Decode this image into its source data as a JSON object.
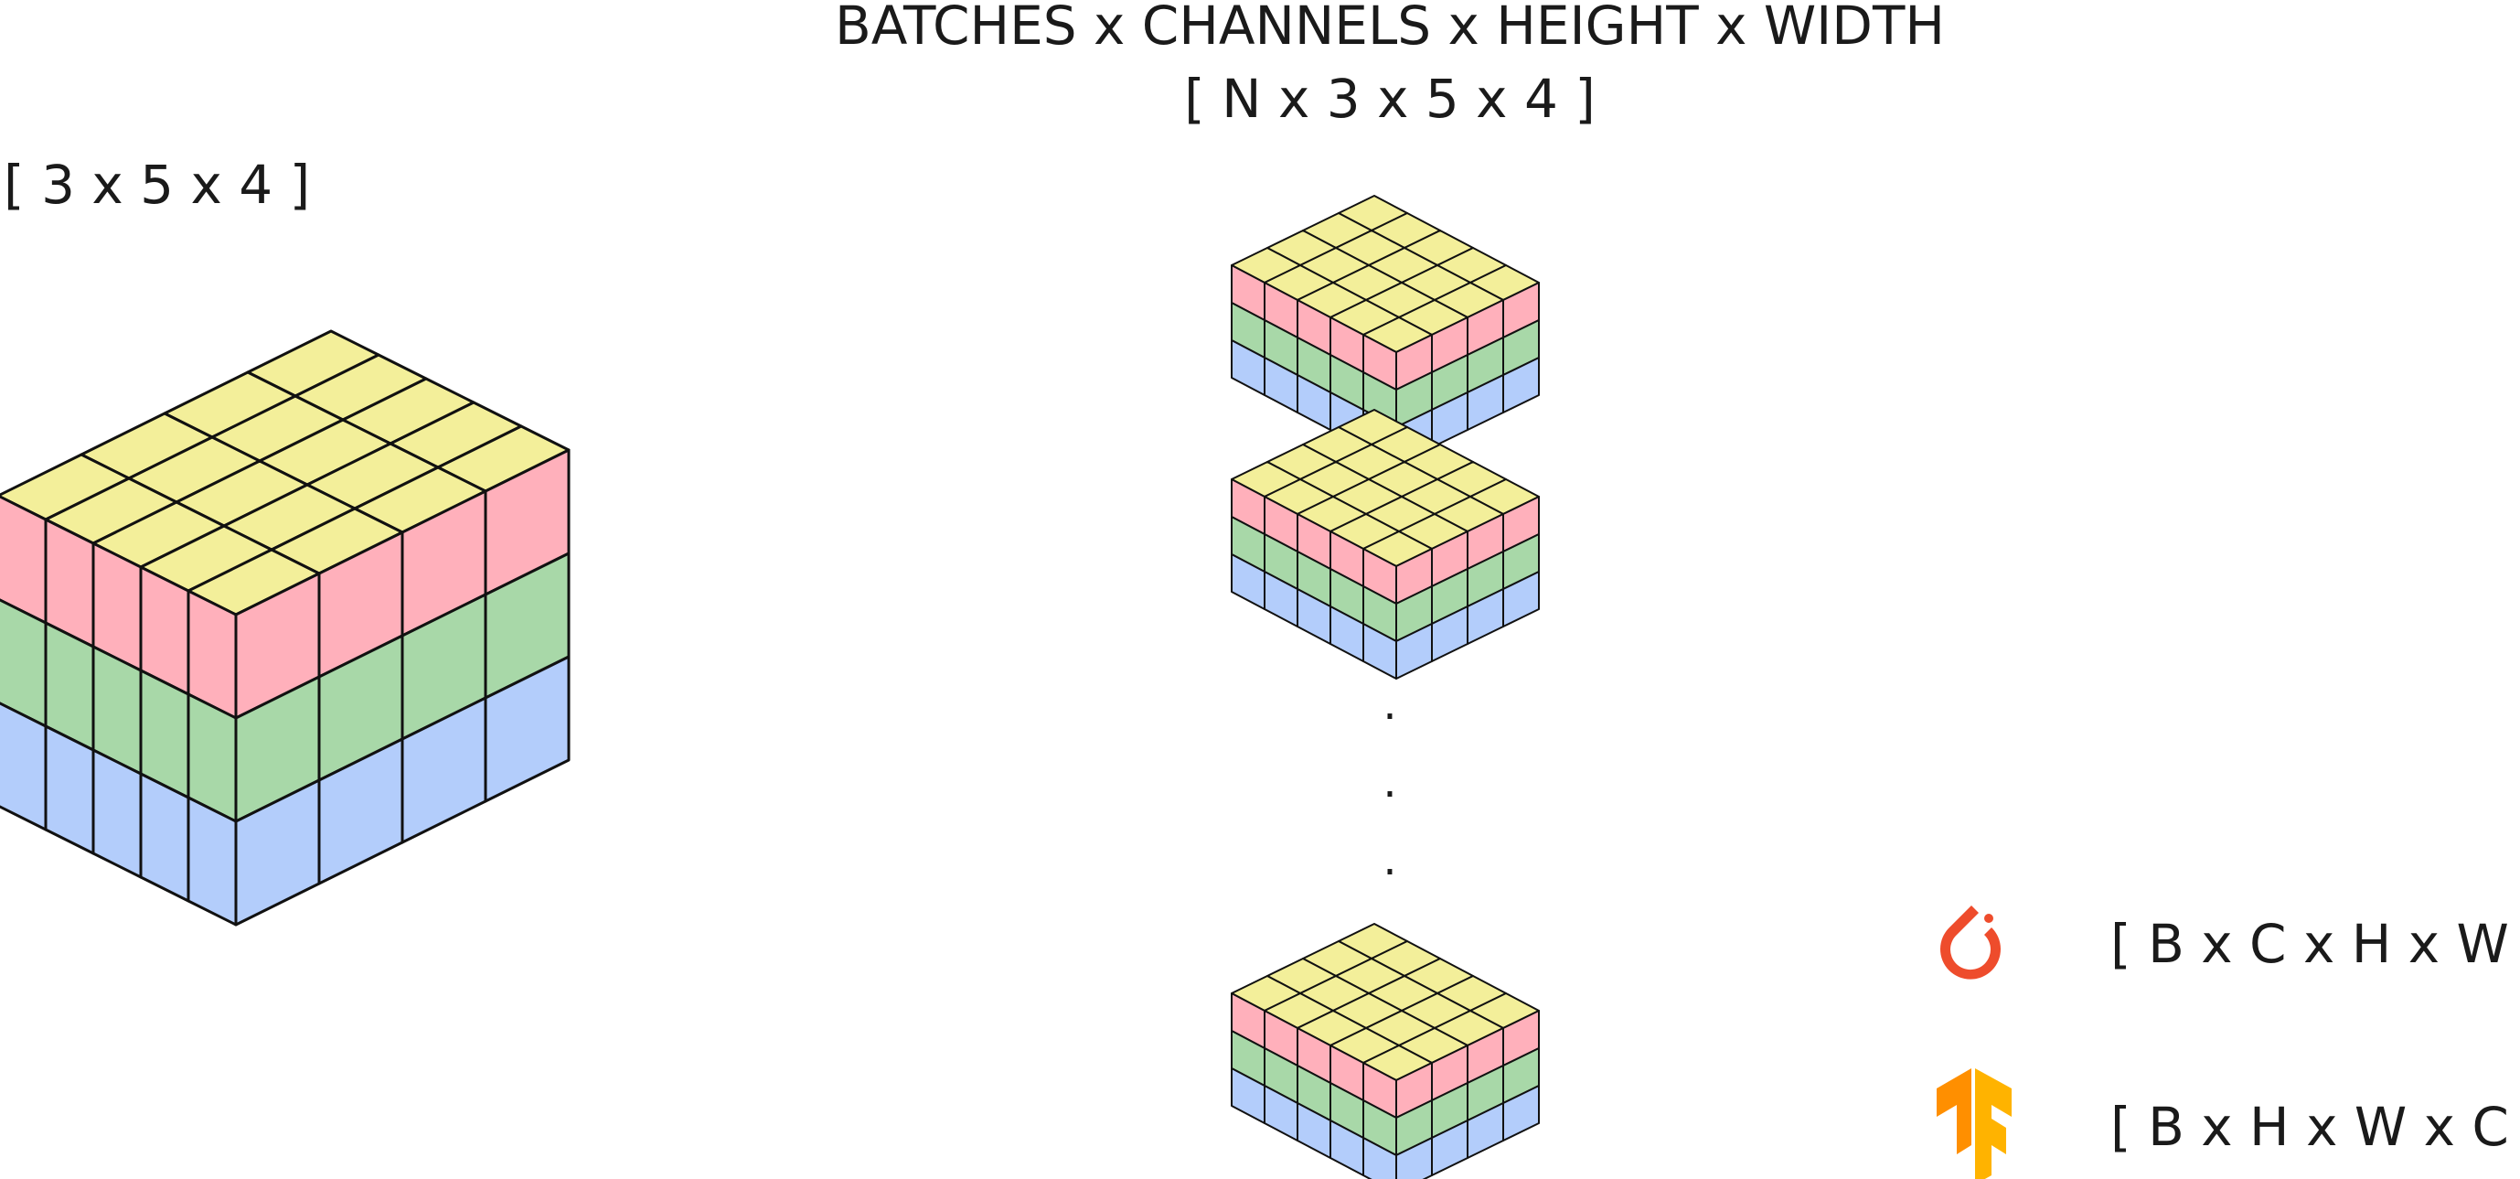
{
  "header": {
    "title": "BATCHES x CHANNELS x HEIGHT x WIDTH",
    "subtitle": "[ N x 3 x 5 x 4 ]"
  },
  "single_tensor": {
    "label": "[ 3 x 5 x 4 ]",
    "channels": 3,
    "height": 5,
    "width": 4
  },
  "batch": {
    "tensors_shown": 3,
    "ellipsis": "·"
  },
  "frameworks": [
    {
      "icon": "pytorch-icon",
      "label": "[ B x C x H x W ]",
      "color": "#ee4c2c"
    },
    {
      "icon": "tensorflow-icon",
      "label": "[ B x H x W x C ]",
      "color": "#ff8f00"
    }
  ],
  "colors": {
    "top": "#f3ef9a",
    "channel_1": "#ffb0bb",
    "channel_2": "#a8d8a8",
    "channel_3": "#b3cdfb",
    "edge": "#111111"
  }
}
